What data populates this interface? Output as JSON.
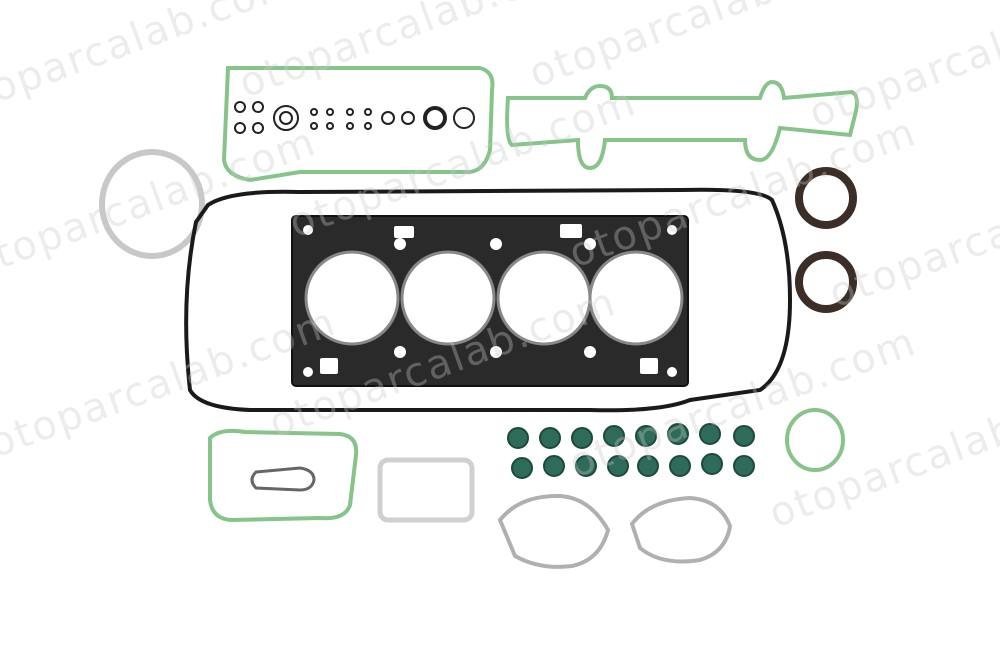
{
  "watermarks": [
    "otoparcalab.com",
    "otoparcalab.com",
    "otoparcalab.com",
    "otoparcalab.com",
    "otoparcalab.com",
    "otoparcalab.com",
    "otoparcalab.com",
    "otoparcalab.com",
    "otoparcalab.com",
    "otoparcalab.com",
    "otoparcalab.com",
    "otoparcalab.com"
  ],
  "colors": {
    "background": "#ffffff",
    "green_gasket": "#86c48a",
    "black_gasket": "#1a1a1a",
    "steel": "#8c8f93",
    "valve_seal": "#2e6b5a",
    "seal_ring": "#5a4a3a"
  }
}
